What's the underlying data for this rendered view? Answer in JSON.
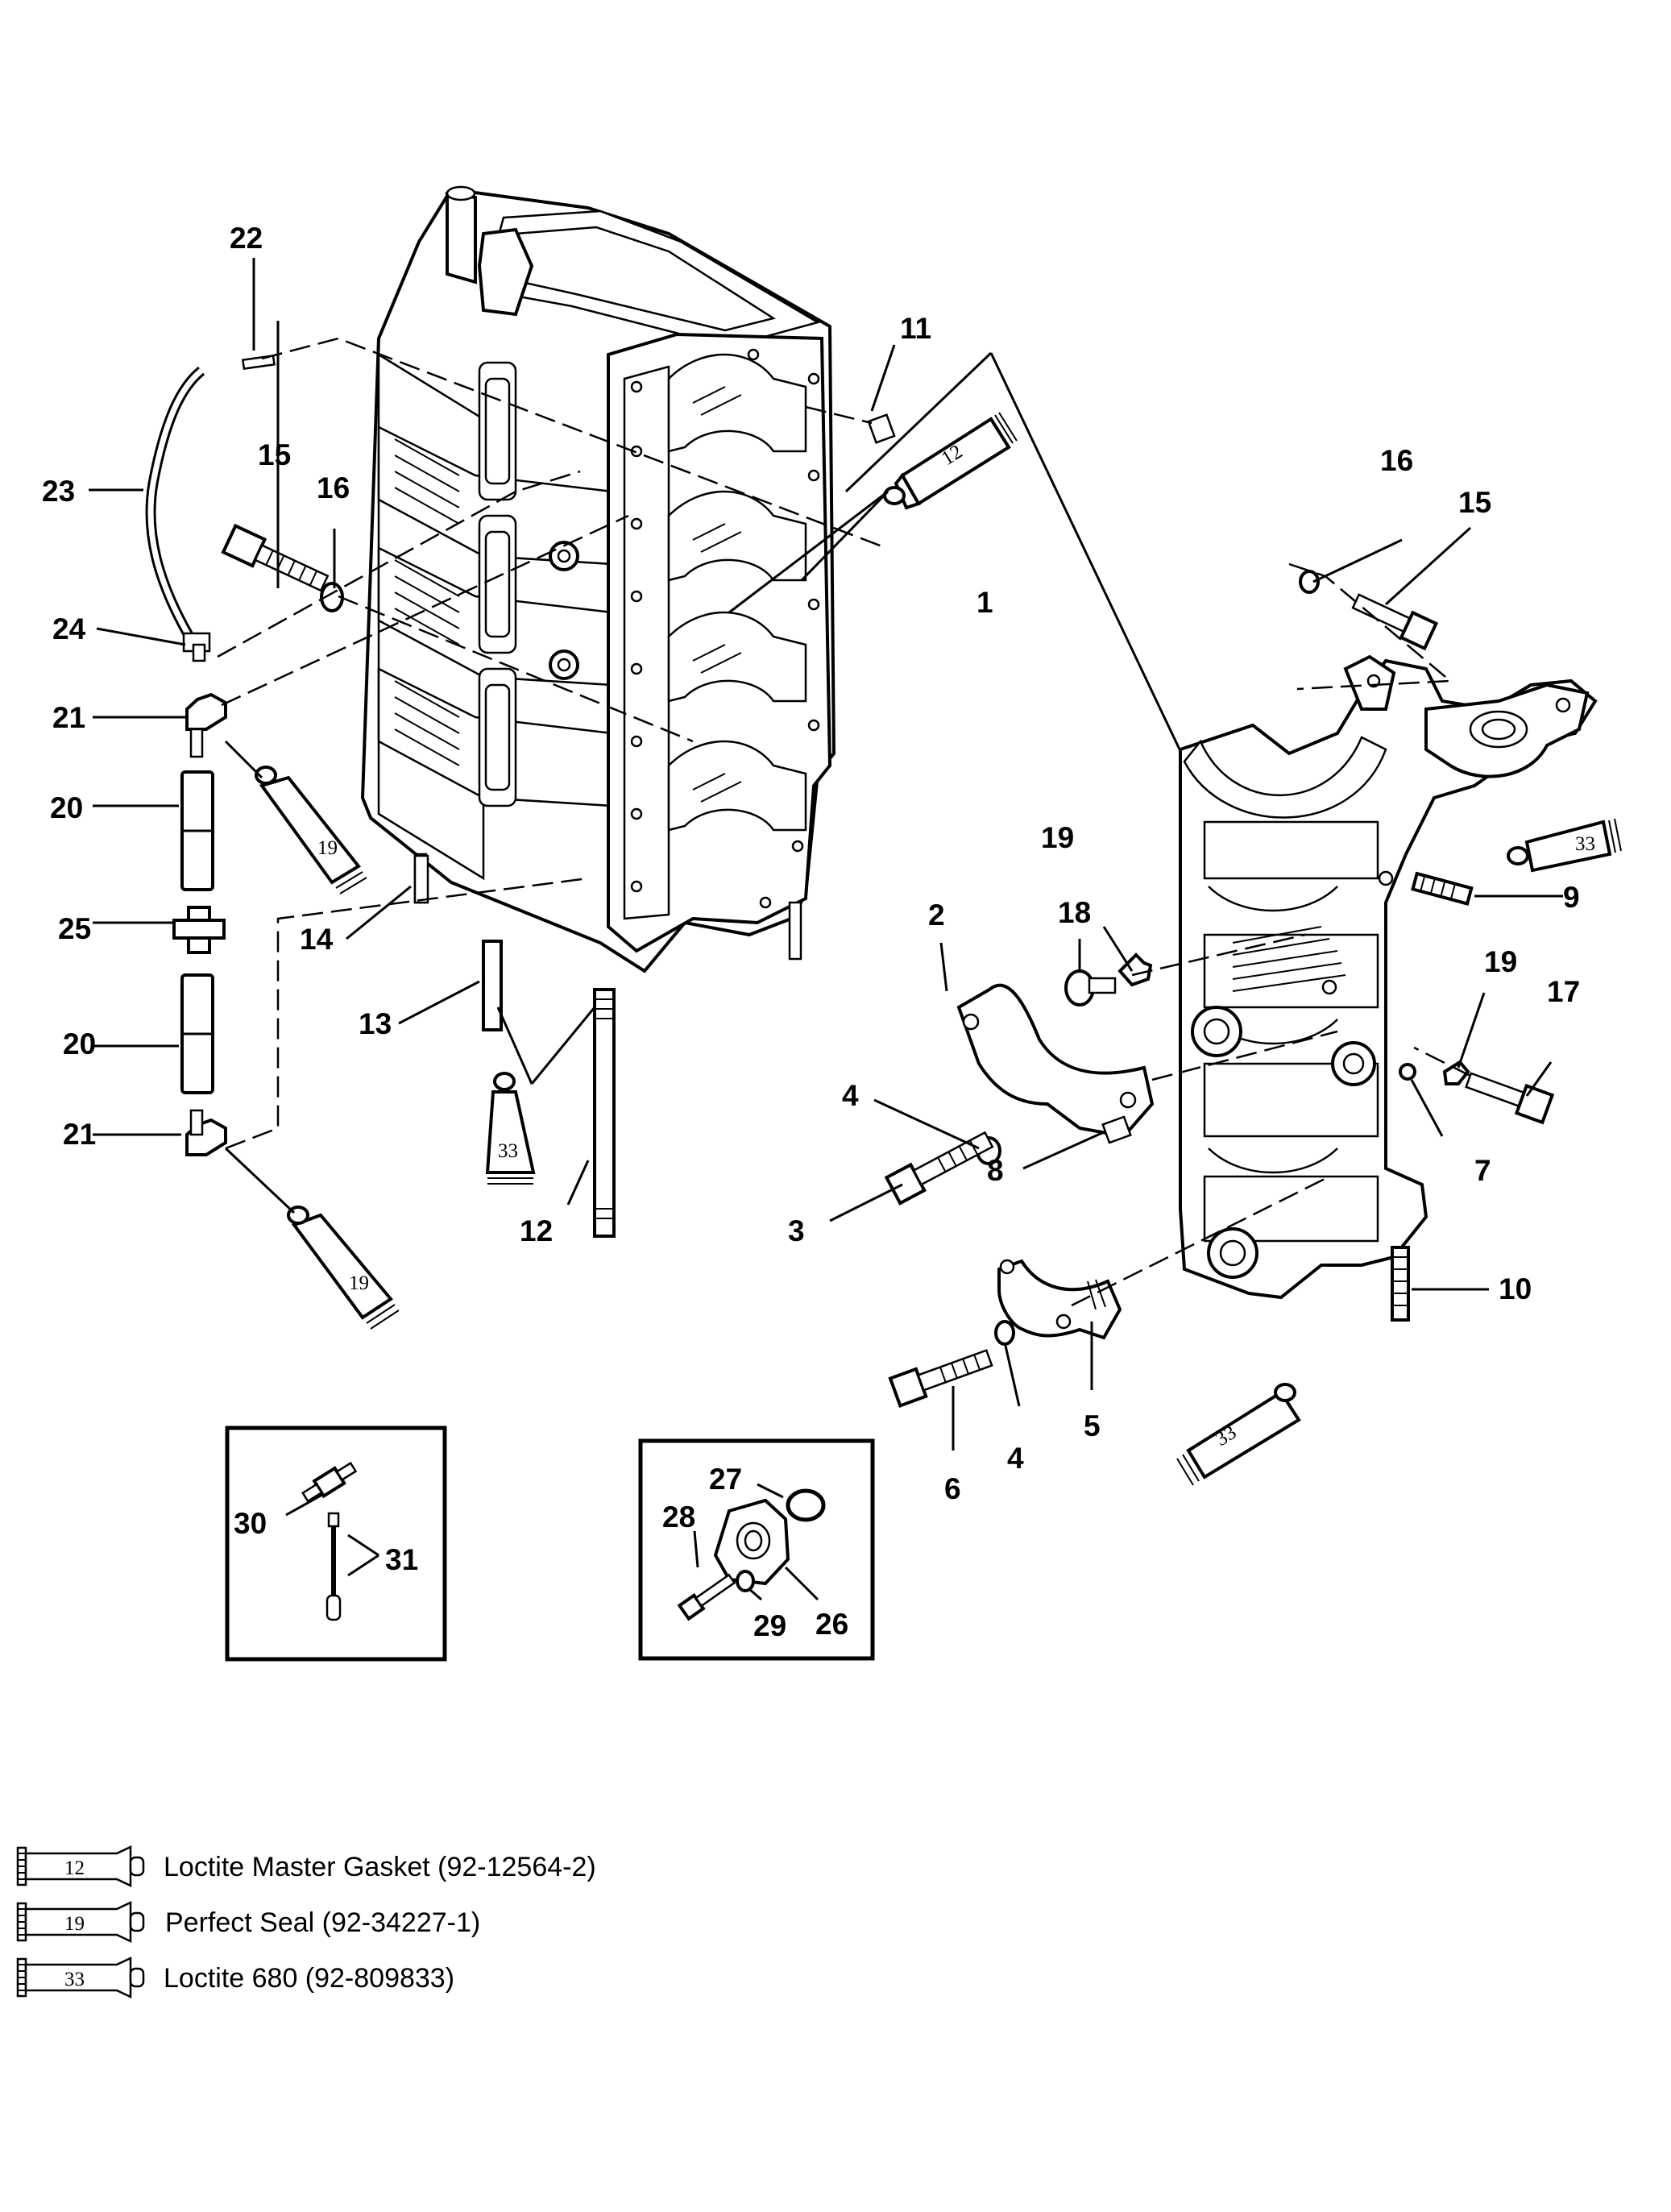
{
  "callouts": {
    "c1": "1",
    "c2": "2",
    "c3": "3",
    "c4a": "4",
    "c4b": "4",
    "c5": "5",
    "c6": "6",
    "c7": "7",
    "c8": "8",
    "c9": "9",
    "c10": "10",
    "c11": "11",
    "c12": "12",
    "c13": "13",
    "c14": "14",
    "c15a": "15",
    "c15b": "15",
    "c16a": "16",
    "c16b": "16",
    "c17": "17",
    "c18": "18",
    "c19a": "19",
    "c19b": "19",
    "c20a": "20",
    "c20b": "20",
    "c21a": "21",
    "c21b": "21",
    "c22": "22",
    "c23": "23",
    "c24": "24",
    "c25": "25",
    "c26": "26",
    "c27": "27",
    "c28": "28",
    "c29": "29",
    "c30": "30",
    "c31": "31"
  },
  "tubes": {
    "t12": "12",
    "t19a": "19",
    "t19b": "19",
    "t33a": "33",
    "t33b": "33",
    "t33c": "33"
  },
  "legend": [
    {
      "code": "12",
      "text": "Loctite Master Gasket (92-12564-2)"
    },
    {
      "code": "19",
      "text": "Perfect Seal (92-34227-1)"
    },
    {
      "code": "33",
      "text": "Loctite 680 (92-809833)"
    }
  ]
}
